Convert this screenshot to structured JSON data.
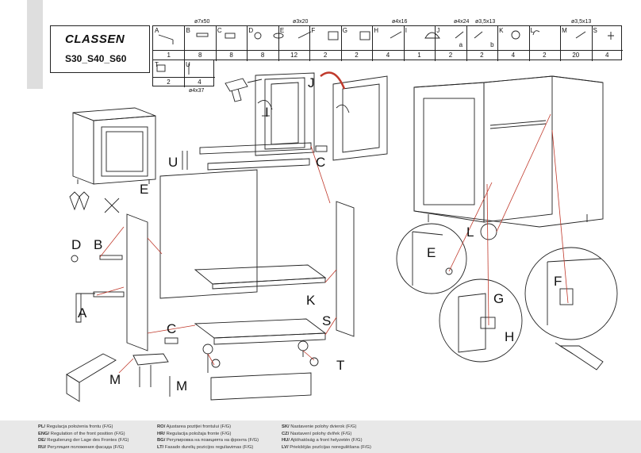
{
  "brand": {
    "logo": "CLASSEN",
    "model": "S30_S40_S60"
  },
  "dimensions": {
    "b": "ø7x50",
    "e": "ø3x20",
    "h": "ø4x16",
    "j": "ø4x24",
    "k": "ø3,5x13",
    "m": "ø3,5x13",
    "u": "ø4x37"
  },
  "parts": [
    {
      "letter": "A",
      "qty": "1"
    },
    {
      "letter": "B",
      "qty": "8"
    },
    {
      "letter": "C",
      "qty": "8"
    },
    {
      "letter": "D",
      "qty": "8"
    },
    {
      "letter": "E",
      "qty": "12"
    },
    {
      "letter": "F",
      "qty": "2"
    },
    {
      "letter": "G",
      "qty": "2"
    },
    {
      "letter": "H",
      "qty": "4"
    },
    {
      "letter": "I",
      "qty": "1"
    },
    {
      "letter": "J",
      "qty": "2",
      "sub": "a"
    },
    {
      "letter": "",
      "qty": "2",
      "sub": "b"
    },
    {
      "letter": "K",
      "qty": "4"
    },
    {
      "letter": "L",
      "qty": "2"
    },
    {
      "letter": "M",
      "qty": "20"
    },
    {
      "letter": "S",
      "qty": "4"
    }
  ],
  "parts_row2": [
    {
      "letter": "T",
      "qty": "2"
    },
    {
      "letter": "U",
      "qty": "4"
    }
  ],
  "labels": {
    "j": "J",
    "i": "I",
    "u": "U",
    "c1": "C",
    "e1": "E",
    "d": "D",
    "b": "B",
    "a": "A",
    "k": "K",
    "c2": "C",
    "s": "S",
    "t": "T",
    "m1": "M",
    "m2": "M",
    "l": "L",
    "e2": "E",
    "f": "F",
    "g": "G",
    "h": "H"
  },
  "footer": [
    {
      "code": "PL/",
      "text": "Regulacja położenia frontu (F/G)"
    },
    {
      "code": "ENG/",
      "text": "Regulation of the front position (F/G)"
    },
    {
      "code": "DE/",
      "text": "Regulierung der Lage des Frontes (F/G)"
    },
    {
      "code": "RU/",
      "text": "Регуляция положения фасада (F/G)"
    },
    {
      "code": "RO/",
      "text": "Ajustarea poziției frontului (F/G)"
    },
    {
      "code": "HR/",
      "text": "Regulacija položaja fronte (F/G)"
    },
    {
      "code": "BG/",
      "text": "Регулировка на позицията на фронта (F/G)"
    },
    {
      "code": "LT/",
      "text": "Fasado durelių pozicijos reguliavimas (F/G)"
    },
    {
      "code": "SK/",
      "text": "Nastavenie polohy dvierok (F/G)"
    },
    {
      "code": "CZ/",
      "text": "Nastavení polohy dvířek (F/G)"
    },
    {
      "code": "HU/",
      "text": "Ajtóhatóság a front helyzetén (F/G)"
    },
    {
      "code": "LV/",
      "text": "Priekšējās pozīcijas noregulēšana (F/G)"
    }
  ]
}
